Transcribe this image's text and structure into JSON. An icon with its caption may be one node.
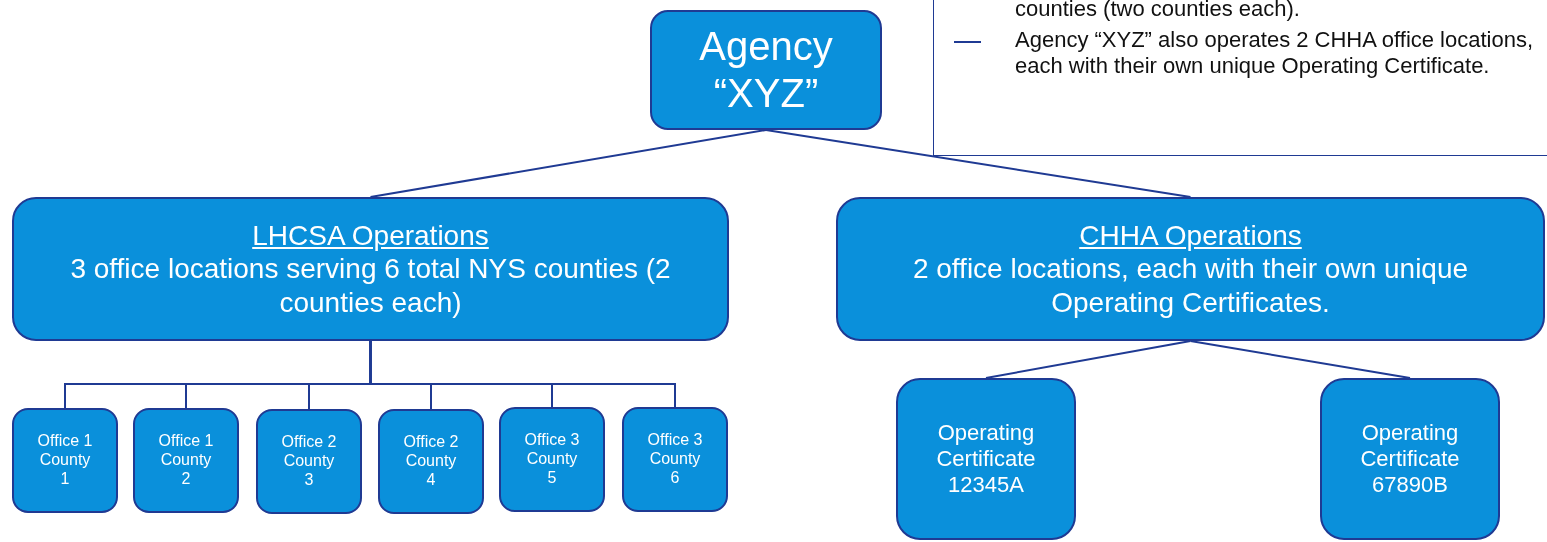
{
  "diagram": {
    "nodes": [
      {
        "text": [
          "Agency “XYZ”"
        ]
      },
      {
        "text": [
          "LHCSA Operations",
          "3 office locations serving 6 total NYS counties (2 counties each)"
        ]
      },
      {
        "text": [
          "CHHA Operations",
          "2 office locations, each with their own unique Operating Certificates."
        ]
      },
      {
        "text": [
          "Office 1 County 1"
        ]
      },
      {
        "text": [
          "Office 1 County 2"
        ]
      },
      {
        "text": [
          "Office 2 County 3"
        ]
      },
      {
        "text": [
          "Office 2 County 4"
        ]
      },
      {
        "text": [
          "Office 3 County 5"
        ]
      },
      {
        "text": [
          "Office 3 County 6"
        ]
      },
      {
        "text": [
          "Operating Certificate 12345A"
        ]
      },
      {
        "text": [
          "Operating Certificate 67890B"
        ]
      },
      {
        "text": [
          "counties (two counties each).",
          "Agency “XYZ” also operates 2 CHHA office locations, each with their own unique Operating Certificate."
        ]
      }
    ],
    "edges": [
      {
        "from": 0,
        "to": 1,
        "arrow": "none"
      },
      {
        "from": 0,
        "to": 2,
        "arrow": "none"
      },
      {
        "from": 1,
        "to": 3,
        "arrow": "none"
      },
      {
        "from": 1,
        "to": 4,
        "arrow": "none"
      },
      {
        "from": 1,
        "to": 5,
        "arrow": "none"
      },
      {
        "from": 1,
        "to": 6,
        "arrow": "none"
      },
      {
        "from": 1,
        "to": 7,
        "arrow": "none"
      },
      {
        "from": 1,
        "to": 8,
        "arrow": "none"
      },
      {
        "from": 2,
        "to": 9,
        "arrow": "none"
      },
      {
        "from": 2,
        "to": 10,
        "arrow": "none"
      }
    ]
  }
}
